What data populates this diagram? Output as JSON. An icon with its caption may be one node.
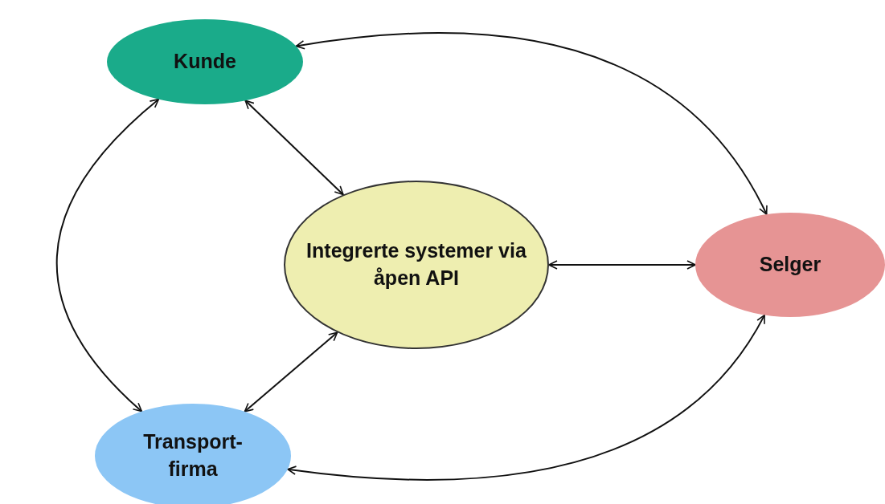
{
  "diagram": {
    "nodes": [
      {
        "text": [
          "Kunde"
        ]
      },
      {
        "text": [
          "Integrerte systemer via åpen API"
        ]
      },
      {
        "text": [
          "Selger"
        ]
      },
      {
        "text": [
          "Transport- firma"
        ]
      }
    ],
    "edges": [
      {
        "from": 0,
        "to": 1,
        "arrow": "both"
      },
      {
        "from": 0,
        "to": 2,
        "arrow": "both"
      },
      {
        "from": 1,
        "to": 2,
        "arrow": "both"
      },
      {
        "from": 3,
        "to": 1,
        "arrow": "both"
      },
      {
        "from": 0,
        "to": 3,
        "arrow": "both"
      },
      {
        "from": 3,
        "to": 2,
        "arrow": "both"
      }
    ]
  }
}
